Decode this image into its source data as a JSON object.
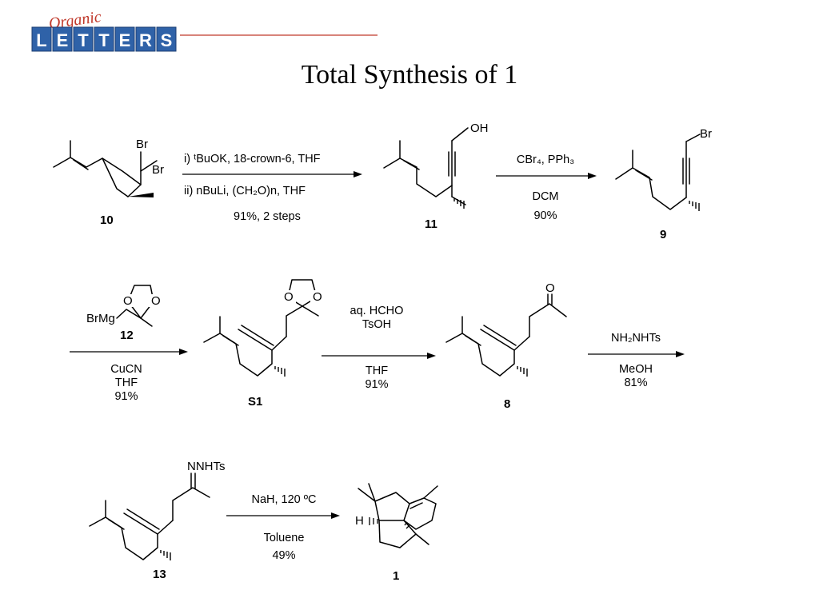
{
  "logo": {
    "script_text": "Organic",
    "word": "LETTERS",
    "colors": {
      "script": "#c0392b",
      "tile": "#2f62a8",
      "rule": "#c0392b"
    }
  },
  "title": "Total Synthesis of 1",
  "atoms": {
    "br": "Br",
    "oh": "OH",
    "o": "O",
    "h": "H",
    "brmg": "BrMg",
    "nnhts": "NNHTs"
  },
  "compounds": {
    "c10": "10",
    "c11": "11",
    "c9": "9",
    "c12": "12",
    "cS1": "S1",
    "c8": "8",
    "c13": "13",
    "c1": "1"
  },
  "steps": [
    {
      "above": [
        "i) ᵗBuOK, 18-crown-6, THF"
      ],
      "below": [
        "ii) nBuLi, (CH₂O)n, THF",
        "91%, 2 steps"
      ]
    },
    {
      "above": [
        "CBr₄, PPh₃"
      ],
      "below": [
        "DCM",
        "90%"
      ]
    },
    {
      "above": [],
      "below": [
        "CuCN",
        "THF",
        "91%"
      ]
    },
    {
      "above": [
        "aq. HCHO",
        "TsOH"
      ],
      "below": [
        "THF",
        "91%"
      ]
    },
    {
      "above": [
        "NH₂NHTs"
      ],
      "below": [
        "MeOH",
        "81%"
      ]
    },
    {
      "above": [
        "NaH, 120 ºC"
      ],
      "below": [
        "Toluene",
        "49%"
      ]
    }
  ]
}
